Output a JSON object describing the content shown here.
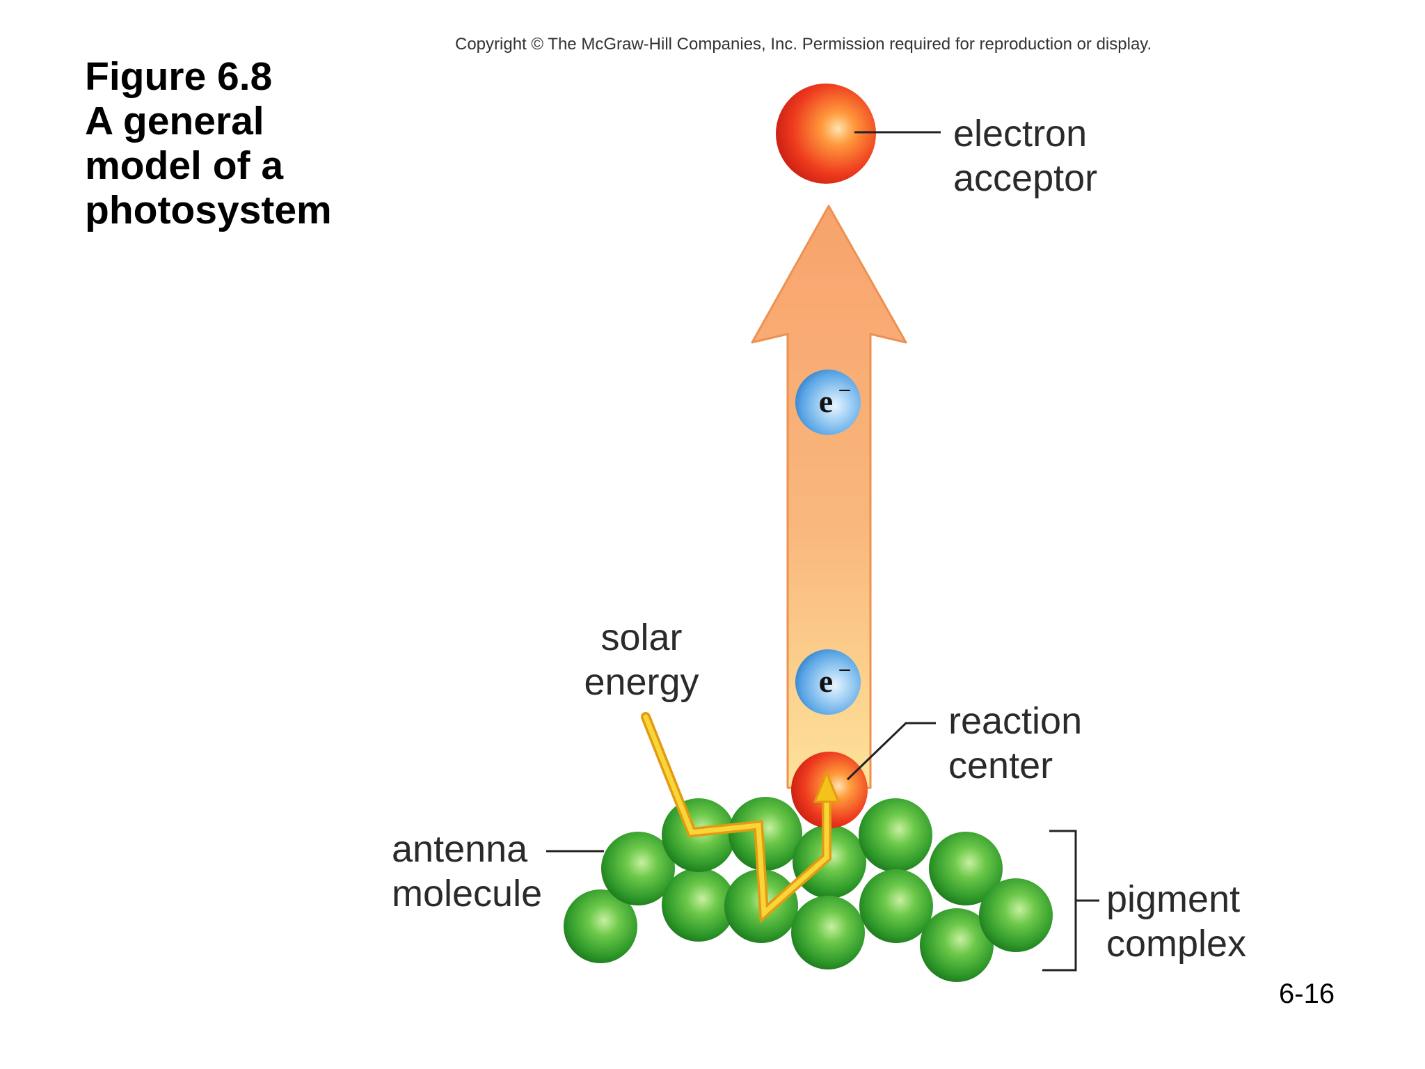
{
  "header": {
    "figure_number": "Figure 6.8",
    "title_lines": [
      "A general",
      "model of a",
      "photosystem"
    ],
    "copyright": "Copyright © The McGraw-Hill Companies, Inc. Permission required for reproduction or display."
  },
  "labels": {
    "electron_acceptor": [
      "electron",
      "acceptor"
    ],
    "solar_energy": [
      "solar",
      "energy"
    ],
    "reaction_center": [
      "reaction",
      "center"
    ],
    "antenna_molecule": [
      "antenna",
      "molecule"
    ],
    "pigment_complex": [
      "pigment",
      "complex"
    ]
  },
  "electron_symbol": "e",
  "electron_charge": "–",
  "footer": {
    "slide_number": "6-16"
  },
  "colors": {
    "arrow_top": "#f7a66e",
    "arrow_bottom": "#fbd98a",
    "arrow_outline": "#e88a4a",
    "electron_blue": "#5aa6e6",
    "red_sphere": "#e8321e",
    "green_sphere": "#3ea535",
    "lightning": "#f5c21b"
  }
}
